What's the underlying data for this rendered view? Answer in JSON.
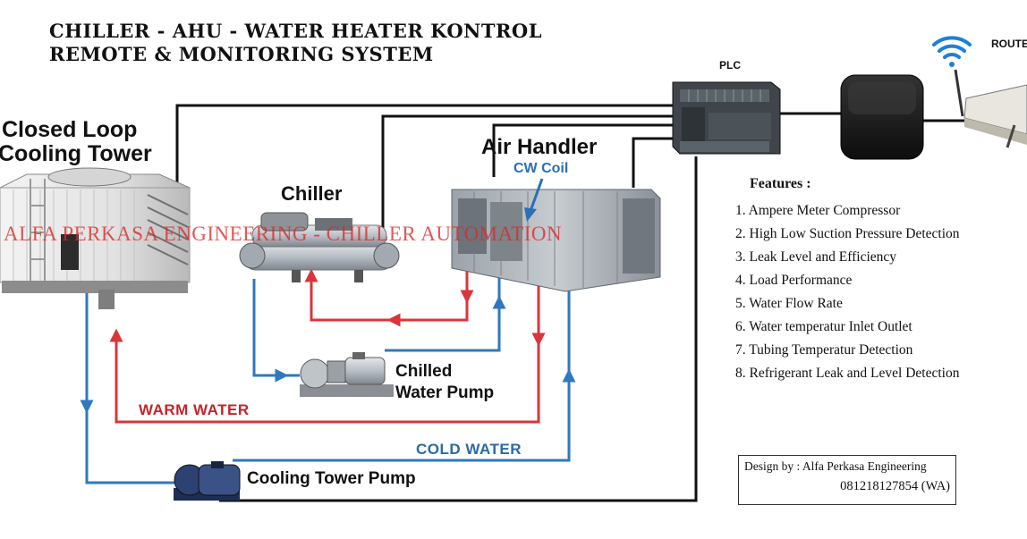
{
  "title": {
    "line1": "CHILLER - AHU - WATER HEATER KONTROL",
    "line2": "REMOTE & MONITORING SYSTEM"
  },
  "components": {
    "cooling_tower": {
      "line1": "Closed Loop",
      "line2": "Cooling Tower"
    },
    "chiller": "Chiller",
    "air_handler": "Air Handler",
    "cw_coil": "CW Coil",
    "chilled_pump": {
      "line1": "Chilled",
      "line2": "Water Pump"
    },
    "cooling_pump": "Cooling Tower Pump",
    "plc": "PLC",
    "router": "ROUTER"
  },
  "flows": {
    "warm": "WARM WATER",
    "cold": "COLD WATER"
  },
  "watermark": "ALFA PERKASA ENGINEERING - CHILLER  AUTOMATION",
  "features": {
    "title": "Features :",
    "items": [
      "1. Ampere Meter Compressor",
      "2.  High Low Suction Pressure Detection",
      "3.  Leak Level and Efficiency",
      "4.  Load Performance",
      "5.  Water Flow Rate",
      "6.  Water temperatur Inlet Outlet",
      "7.   Tubing Temperatur Detection",
      "8.  Refrigerant Leak and Level Detection"
    ]
  },
  "design": {
    "by": "Design by : Alfa Perkasa Engineering",
    "phone": "081218127854 (WA)"
  },
  "colors": {
    "warm": "#d9353a",
    "cold": "#2f78be",
    "control": "#111111"
  }
}
